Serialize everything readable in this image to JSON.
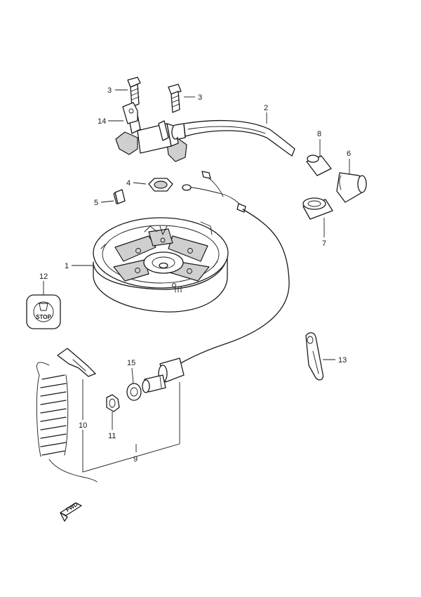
{
  "callouts": {
    "c1": "1",
    "c2": "2",
    "c3a": "3",
    "c3b": "3",
    "c4": "4",
    "c5": "5",
    "c6": "6",
    "c7": "7",
    "c8": "8",
    "c9": "9",
    "c10": "10",
    "c11": "11",
    "c12": "12",
    "c13": "13",
    "c14": "14",
    "c15": "15"
  },
  "stop_switch": {
    "label": "STOP"
  },
  "icons": {
    "direction": "fwd-arrow-icon",
    "magneto": "flywheel-magneto",
    "coil": "ignition-coil"
  }
}
